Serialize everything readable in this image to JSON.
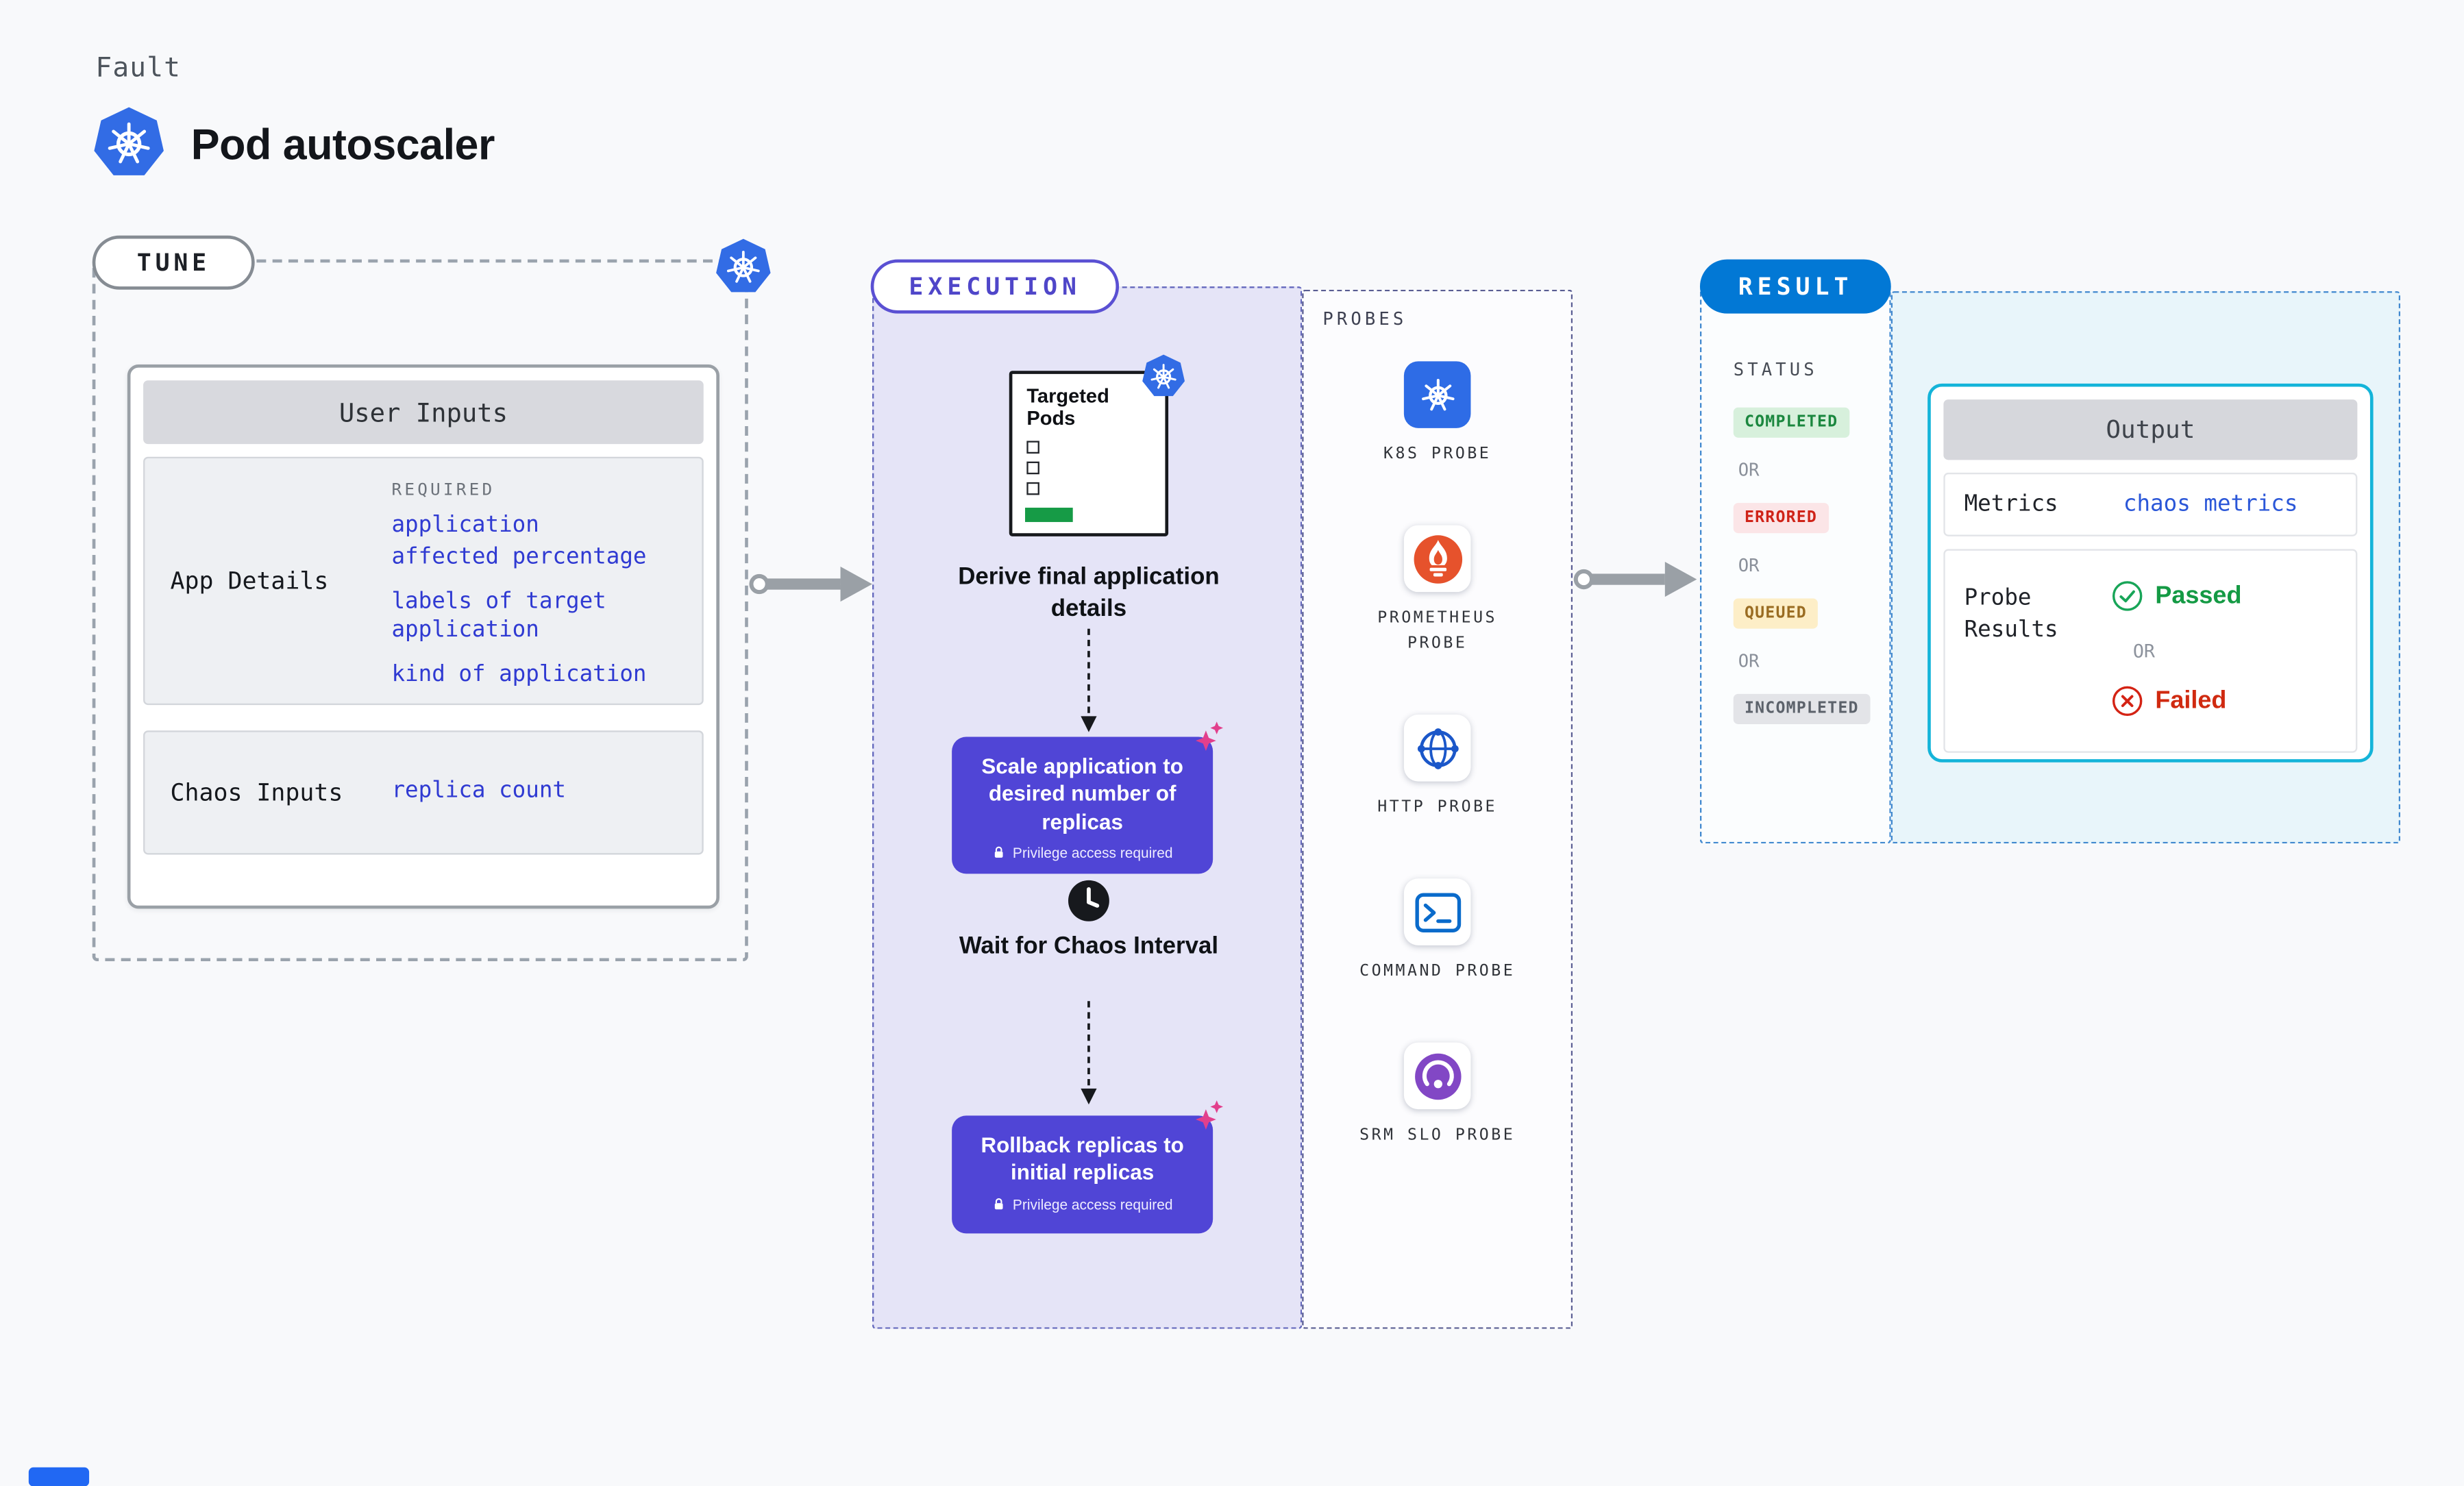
{
  "header": {
    "kicker": "Fault",
    "title": "Pod autoscaler"
  },
  "tune": {
    "label": "TUNE",
    "card": {
      "header": "User Inputs",
      "rows": [
        {
          "label": "App Details",
          "required_label": "REQUIRED",
          "links": [
            "application",
            "affected percentage",
            "labels of target application",
            "kind of application"
          ]
        },
        {
          "label": "Chaos Inputs",
          "links": [
            "replica count"
          ]
        }
      ]
    }
  },
  "execution": {
    "label": "EXECUTION",
    "targeted_pods": {
      "title": "Targeted Pods"
    },
    "derive_step_label": "Derive final application details",
    "scale_step": {
      "label": "Scale application to desired number of replicas",
      "note": "Privilege access required"
    },
    "wait_step_label": "Wait for Chaos Interval",
    "rollback_step": {
      "label": "Rollback replicas to initial replicas",
      "note": "Privilege access required"
    }
  },
  "probes": {
    "label": "PROBES",
    "items": [
      {
        "name": "K8S PROBE",
        "icon": "kubernetes-icon"
      },
      {
        "name": "PROMETHEUS PROBE",
        "icon": "prometheus-icon"
      },
      {
        "name": "HTTP PROBE",
        "icon": "globe-icon"
      },
      {
        "name": "COMMAND PROBE",
        "icon": "terminal-icon"
      },
      {
        "name": "SRM SLO PROBE",
        "icon": "srm-slo-icon"
      }
    ]
  },
  "result": {
    "label": "RESULT",
    "status": {
      "label": "STATUS",
      "separator": "OR",
      "badges": [
        {
          "text": "COMPLETED",
          "bg": "#d7f0dc",
          "color": "#1b873f"
        },
        {
          "text": "ERRORED",
          "bg": "#fbe5e7",
          "color": "#cf2318"
        },
        {
          "text": "QUEUED",
          "bg": "#fdeec7",
          "color": "#9a6c22"
        },
        {
          "text": "INCOMPLETED",
          "bg": "#e3e4e8",
          "color": "#5c626b"
        }
      ]
    },
    "output": {
      "header": "Output",
      "metrics_label": "Metrics",
      "metrics_link": "chaos metrics",
      "probe_results_label": "Probe Results",
      "separator": "OR",
      "passed_label": "Passed",
      "failed_label": "Failed"
    }
  },
  "colors": {
    "kubernetes_blue": "#326ce5",
    "execution_purple_bg": "#e5e4f7",
    "action_button_purple": "#5045d6",
    "result_blue": "#0278d5",
    "output_cyan_border": "#14b4d9",
    "link_blue": "#2f3ad2",
    "passed_green": "#149a44",
    "failed_red": "#d02a10",
    "sparkle_pink": "#e23f8c",
    "prometheus_orange": "#e6522c"
  }
}
